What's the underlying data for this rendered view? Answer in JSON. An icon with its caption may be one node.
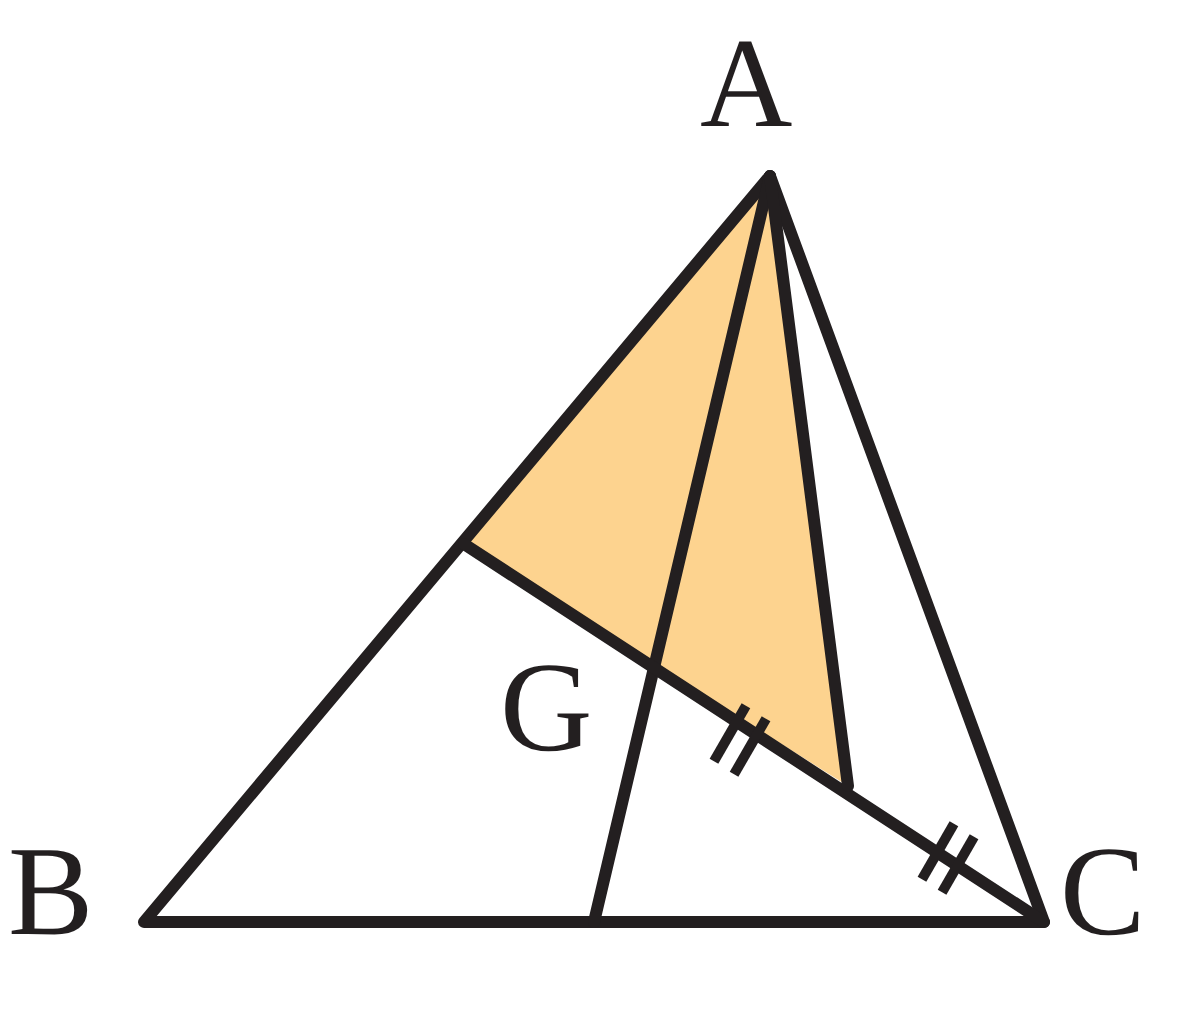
{
  "diagram": {
    "labels": [
      "A",
      "G",
      "B",
      "C"
    ]
  }
}
